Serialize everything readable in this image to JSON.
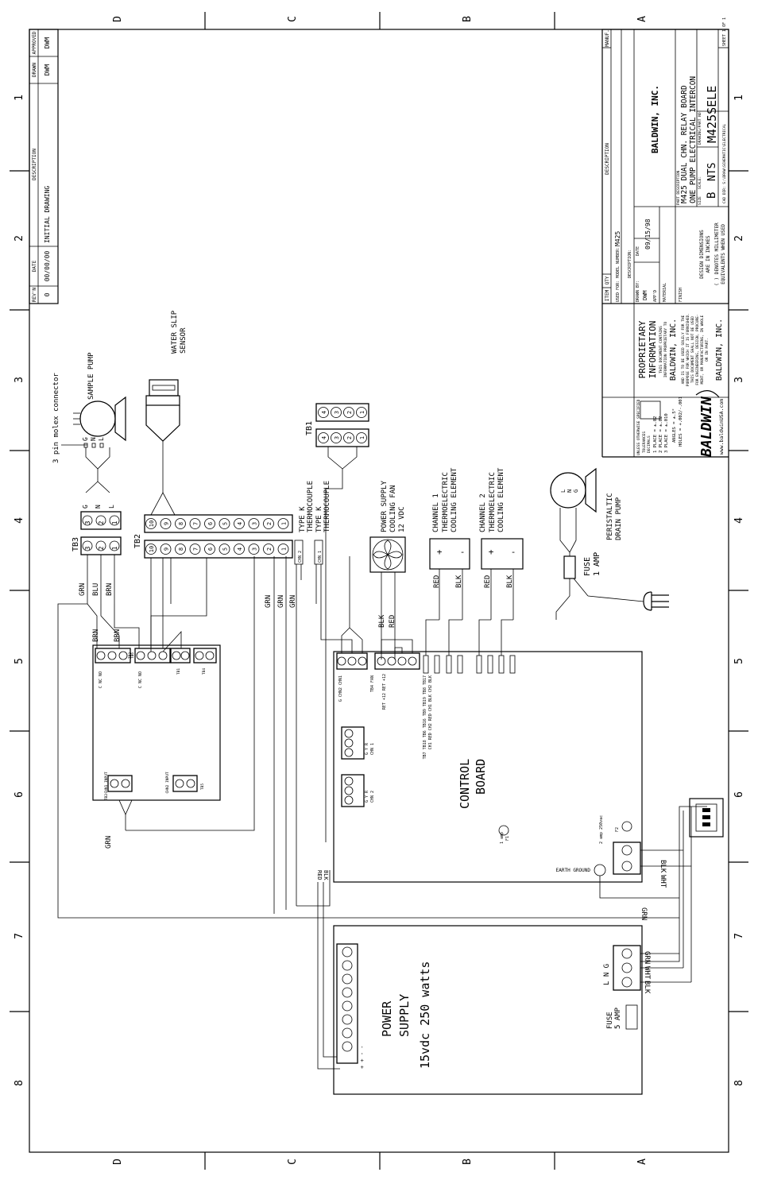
{
  "border": {
    "zones_letters": [
      "D",
      "C",
      "B",
      "A"
    ],
    "zones_numbers": [
      "1",
      "2",
      "3",
      "4",
      "5",
      "6",
      "7",
      "8"
    ]
  },
  "revision": {
    "headers": [
      "REV'N",
      "DATE",
      "DESCRIPTION",
      "DRAWN",
      "APPROVED"
    ],
    "row": {
      "rev": "0",
      "date": "00/00/00",
      "description": "INITIAL DRAWING",
      "drawn": "DWM",
      "approved": "DWM"
    }
  },
  "title_block": {
    "manuf": "MANUF.",
    "description_hdr": "DESCRIPTION",
    "item": "ITEM",
    "qty": "QTY",
    "used_for": "USED FOR:",
    "model_number_label": "MODEL NUMBER:",
    "model_number": "M425",
    "description_label": "DESCRIPTION:",
    "drawn_by_label": "DRAWN BY:",
    "drawn_by": "DWM",
    "date_label": "DATE",
    "date": "09/15/98",
    "appd_label": "APP'D",
    "material": "MATERIAL",
    "finish": "FINISH",
    "company": "BALDWIN, INC.",
    "part_desc_label": "PART DESCRIPTION",
    "part_desc_1": "M425 DUAL CHN. RELAY BOARD",
    "part_desc_2": "ONE PUMP ELECTRICAL INTERCON",
    "size_label": "SIZE",
    "size": "B",
    "scale_label": "SCALE:",
    "scale": "NTS",
    "drawing_no_label": "DRAWING/PART NO:",
    "drawing_no": "M425SELE",
    "cad_dir": "CAD DIR: S:\\DRAW\\SCHEMATIC\\ELECTRICAL",
    "sheet": "SHEET 1 OF 1",
    "design_dims": [
      "DESIGN DIMENSIONS",
      "ARE IN INCHES",
      "( ) DENOTES MILLIMETER",
      "EQUIVALENTS WHEN USED"
    ],
    "proprietary": [
      "PROPRIETARY",
      "INFORMATION",
      "THIS DOCUMENT CONTAINS",
      "INFORMATION PROPRIETARY TO",
      "BALDWIN, INC.",
      "AND IS TO BE USED SOLELY FOR THE",
      "PURPOSE FOR WHICH IT IS FURNISHED.",
      "THIS DOCUMENT SHALL NOT BE USED",
      "FOR ENGINEERING, DESIGN, PROCURE-",
      "MENT, OR MANUFACTURING, IN WHOLE",
      "OR IN PART.",
      "BALDWIN, INC."
    ],
    "tolerances": [
      "UNLESS OTHERWISE SPECIFIED",
      "TOLERANCES",
      "DECIMALS",
      "1 PLACE = ±.02",
      "2 PLACE = ±.02",
      "3 PLACE = ±.010",
      "ANGLES = ±.5°",
      "HOLES = +.002/-.001"
    ],
    "logo": "BALDWIN",
    "website": "www.baldwinUSA.com"
  },
  "labels": {
    "molex": "3 pin molex connector",
    "sample_pump": "SAMPLE PUMP",
    "water_slip_1": "WATER SLIP",
    "water_slip_2": "SENSOR",
    "tb1": "TB1",
    "tb2": "TB2",
    "tb3": "TB3",
    "tc1": "TYPE K",
    "tc2": "THERMOCOUPLE",
    "chn2": "CHN 2",
    "chn1": "CHN 1",
    "psfan_1": "POWER SUPPLY",
    "psfan_2": "COOLING FAN",
    "psfan_3": "12 VDC",
    "channel1": "CHANNEL 1",
    "channel2": "CHANNEL 2",
    "tec": "THERMOELECTRIC",
    "cooling_element": "COOLING ELEMENT",
    "peristaltic_1": "PERISTALTIC",
    "peristaltic_2": "DRAIN PUMP",
    "fuse_1amp_1": "FUSE",
    "fuse_1amp_2": "1 AMP",
    "control_board_1": "CONTROL",
    "control_board_2": "BOARD",
    "power_supply_1": "POWER",
    "power_supply_2": "SUPPLY",
    "power_supply_3": "15vdc 250 watts",
    "fuse_5amp_1": "FUSE",
    "fuse_5amp_2": "5 AMP",
    "f1_1": "1 amp",
    "f1_2": "F1",
    "f2_1": "2 amp 250vac",
    "f2_2": "F2",
    "earth_ground": "EARTH GROUND",
    "tb_row": "TB7 TB18 TB6 TB16 TB9 TB19 TB8 TB17",
    "tb_row2": "CH1 RED CH2 RED CH1 BLK CH2 BLK",
    "tb4_pins": "RET +12 RET +12",
    "tb4": "TB4 FAN",
    "relay_pins": "C NC NO",
    "chn1_input": "CHN1 INPUT",
    "chn2_input": "CHN2 INPUT",
    "tb2_small": "TB2",
    "tb3_small": "TB3",
    "tb1_small": "TB1",
    "tb4_small": "TB4",
    "tb5_small": "TB5",
    "tb6_small": "TB6",
    "gyr": "G Y R",
    "chn1_small": "CHN 1",
    "chn2_small": "CHN 2",
    "g_chn": "G CHN2 CHN1",
    "lng": "L N G",
    "plus_minus": "+ + - -"
  },
  "wires": {
    "grn": "GRN",
    "blu": "BLU",
    "brn": "BRN",
    "red": "RED",
    "blk": "BLK",
    "wht": "WHT",
    "g": "G",
    "n": "N",
    "l": "L",
    "plus": "+",
    "minus": "-"
  },
  "tb2_pins": [
    "10",
    "9",
    "8",
    "7",
    "6",
    "5",
    "4",
    "3",
    "2",
    "1"
  ],
  "tb3_pins": [
    "3",
    "2",
    "1"
  ],
  "tb1_pins": [
    "4",
    "3",
    "2",
    "1"
  ]
}
